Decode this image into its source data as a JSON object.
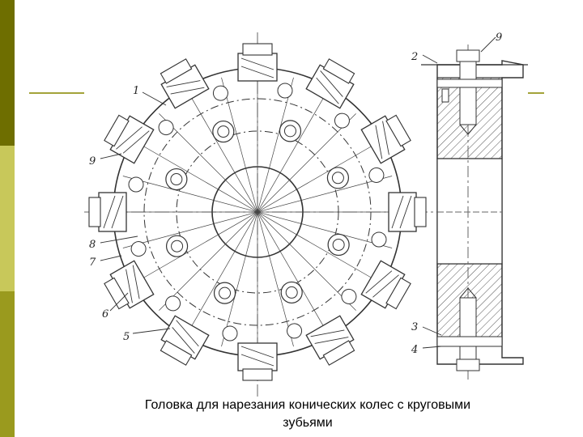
{
  "theme": {
    "accent_dark": "#6e6e00",
    "accent_mid": "#c8c85a",
    "accent_low": "#9a9a1e",
    "line_accent": "#a3a33a"
  },
  "figure": {
    "labels": {
      "front": [
        "1",
        "9",
        "8",
        "7",
        "6",
        "5"
      ],
      "section": [
        "2",
        "9",
        "3",
        "4"
      ]
    }
  },
  "caption": {
    "line1": "Головка для нарезания конических колес с круговыми",
    "line2": "зубьями"
  }
}
